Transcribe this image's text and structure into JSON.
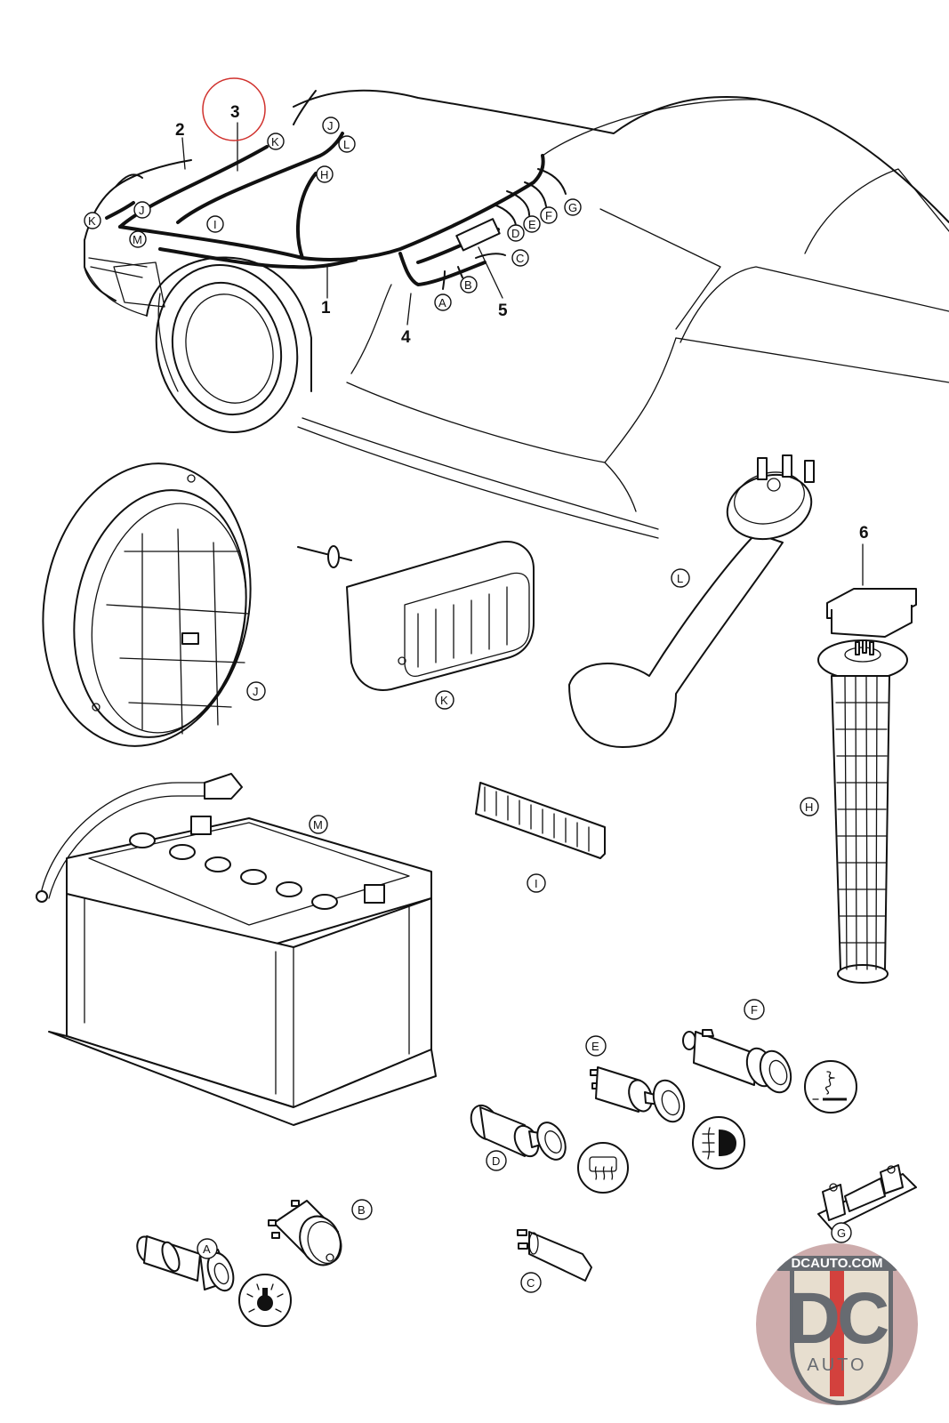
{
  "diagram": {
    "title": "Wiring harness and electrical components (front)",
    "highlight_color": "#d0312d",
    "highlighted_part": "3",
    "part_numbers": [
      {
        "id": "1",
        "label": "1"
      },
      {
        "id": "2",
        "label": "2"
      },
      {
        "id": "3",
        "label": "3"
      },
      {
        "id": "4",
        "label": "4"
      },
      {
        "id": "5",
        "label": "5"
      },
      {
        "id": "6",
        "label": "6"
      }
    ],
    "harness_connectors": [
      "A",
      "B",
      "C",
      "D",
      "E",
      "F",
      "G",
      "H",
      "I",
      "J",
      "K",
      "L",
      "M"
    ],
    "components": [
      {
        "letter": "A",
        "name": "Pull switch (instrument lighting)",
        "symbol": "lamp-icon"
      },
      {
        "letter": "B",
        "name": "Rotary switch"
      },
      {
        "letter": "C",
        "name": "Relay / plug connector"
      },
      {
        "letter": "D",
        "name": "Pull switch (rear window defroster)",
        "symbol": "rear-defrost-icon"
      },
      {
        "letter": "E",
        "name": "Pull switch (fog lights)",
        "symbol": "fog-light-icon"
      },
      {
        "letter": "F",
        "name": "Switch (fan / heater)",
        "symbol": "heater-icon"
      },
      {
        "letter": "G",
        "name": "Relay plate"
      },
      {
        "letter": "H",
        "name": "Fuel level sender"
      },
      {
        "letter": "I",
        "name": "Fuse box"
      },
      {
        "letter": "J",
        "name": "Headlight"
      },
      {
        "letter": "K",
        "name": "Fog light"
      },
      {
        "letter": "L",
        "name": "Horn"
      },
      {
        "letter": "M",
        "name": "Battery"
      }
    ]
  },
  "watermark": {
    "top_text": "DCAUTO.COM",
    "logo_text": "DC",
    "bottom_text": "AUTO",
    "colors": {
      "badge_bg": "#c9a5a5",
      "shield": "#e6dccb",
      "letters": "#5b5f66",
      "stripe": "#d0312d"
    }
  }
}
